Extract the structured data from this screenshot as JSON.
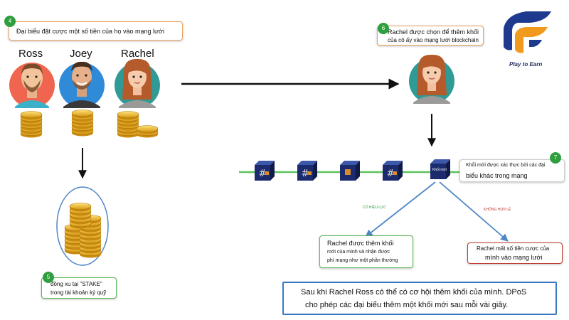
{
  "step4": {
    "number": "4",
    "text": "Đại biểu đặt cược một số tiền của họ vào mạng lưới"
  },
  "people": [
    {
      "name": "Ross"
    },
    {
      "name": "Joey"
    },
    {
      "name": "Rachel"
    }
  ],
  "step5": {
    "number": "5",
    "line1": "đồng xu tại \"STAKE\"",
    "line2": "trong tài khoản ký quỹ"
  },
  "step6": {
    "number": "6",
    "line1": "Rachel được chọn để thêm khối",
    "line2": "của cô ấy vào mạng lưới blockchain"
  },
  "step7": {
    "number": "7",
    "line1": "Khối mới được xác thực bởi các đại",
    "line2": "biểu khác trong mạng"
  },
  "new_block_label": "Khối mới",
  "branch_valid_label": "CÓ HIỆU LỰC",
  "branch_invalid_label": "KHÔNG HỢP LỆ",
  "outcome_valid": {
    "line1": "Rachel được thêm khối",
    "line2": "mới của mình và nhận được",
    "line3": "phí mạng như một phần thưởng"
  },
  "outcome_invalid": {
    "line1": "Rachel mất số tiền cược của",
    "line2": "mình vào mạng lưới"
  },
  "summary": {
    "line1": "Sau khi Rachel Ross có thể có cơ hội thêm khối của mình. DPoS",
    "line2": "cho phép các đại biểu thêm một khối mới sau mỗi vài giây."
  },
  "logo": {
    "letter": "F",
    "tagline": "Play to Earn"
  },
  "colors": {
    "accent_orange": "#f0a35a",
    "step_green": "#2e9e3e",
    "chain_green": "#5cc25c",
    "arrow_blue": "#4f86c6",
    "block_navy": "#1c2b6e",
    "summary_border": "#3a78c4",
    "invalid_red": "#c0392b"
  }
}
